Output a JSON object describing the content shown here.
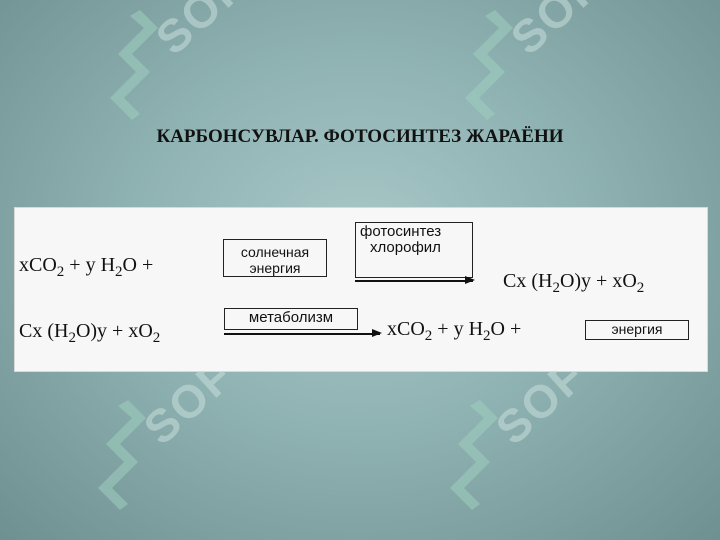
{
  "title": "КАРБОНСУВЛАР. ФОТОСИНТЕЗ ЖАРАЁНИ",
  "watermark": {
    "text": "SOFT",
    "color": "#c9e0dc"
  },
  "equation1": {
    "left": {
      "a": "xCO",
      "a_sub": "2",
      "b": " + y H",
      "b_sub": "2",
      "c": "O +"
    },
    "energy_box": "солнечная энергия",
    "condition_box": "фотосинтез",
    "condition_text": "хлорофил",
    "right": {
      "a": "Cx (H",
      "a_sub": "2",
      "b": "O)y + xO",
      "b_sub": "2"
    }
  },
  "equation2": {
    "left": {
      "a": "Cx (H",
      "a_sub": "2",
      "b": "O)y + xO",
      "b_sub": "2"
    },
    "condition_box": "метаболизм",
    "right": {
      "a": "xCO",
      "a_sub": "2",
      "b": " + y H",
      "b_sub": "2",
      "c": "O +"
    },
    "energy_box": "энергия"
  }
}
